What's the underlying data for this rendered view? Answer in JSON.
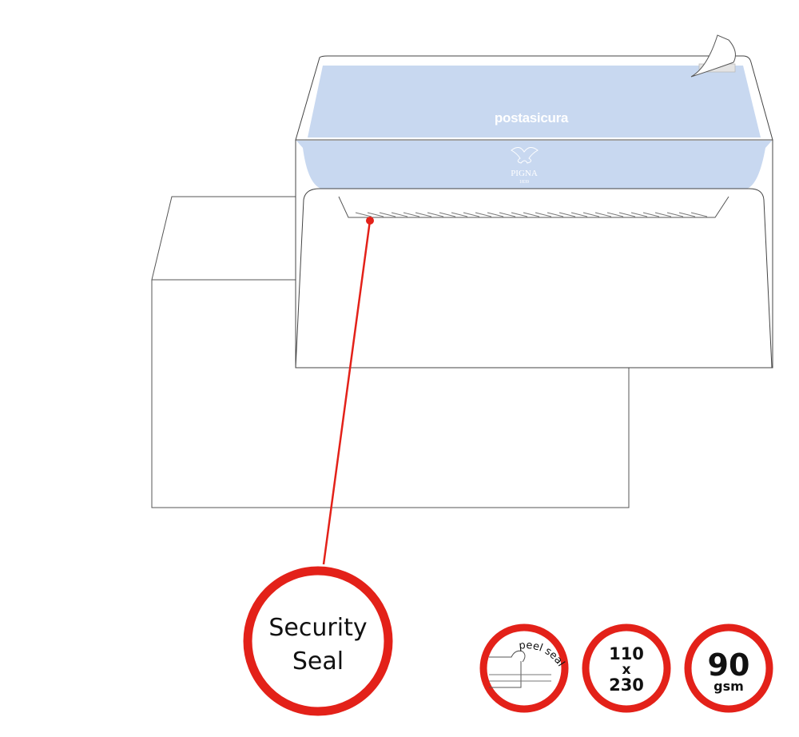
{
  "envelope": {
    "brand": "postasicura",
    "logo_name": "PIGNA",
    "logo_year": "1839",
    "flap_color": "#c8d8f0"
  },
  "callout": {
    "label_line1": "Security",
    "label_line2": "Seal",
    "accent_color": "#e32119"
  },
  "badges": {
    "peel_seal": "peel seal",
    "size_line1": "110",
    "size_line2": "x",
    "size_line3": "230",
    "weight_value": "90",
    "weight_unit": "gsm"
  }
}
